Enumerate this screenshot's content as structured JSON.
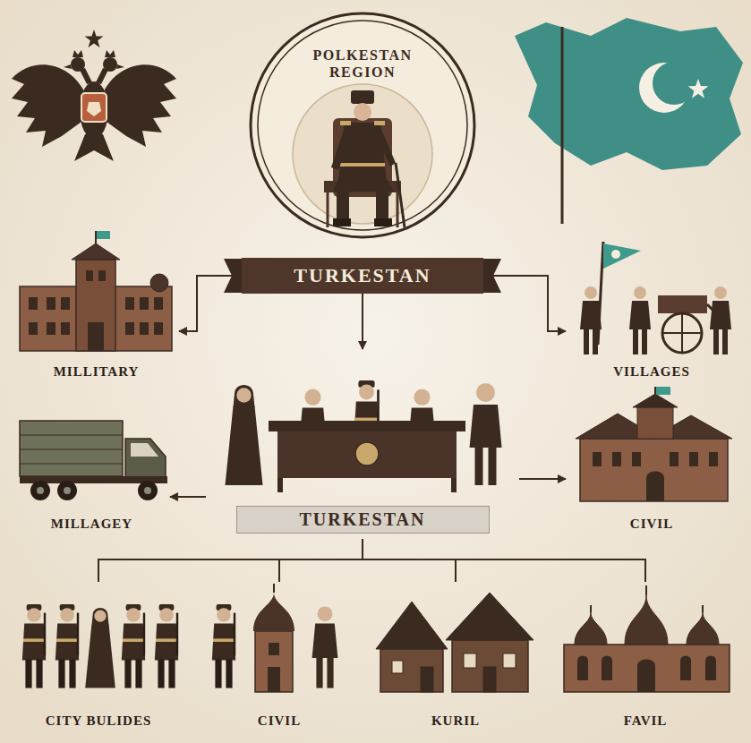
{
  "diagram": {
    "nodes": [
      {
        "text": [
          "POLKESTAN REGION"
        ]
      },
      {
        "text": [
          "TURKESTAN"
        ]
      },
      {
        "text": [
          "MILLITARY"
        ]
      },
      {
        "text": [
          "VILLAGES"
        ]
      },
      {
        "text": [
          "TURKESTAN"
        ]
      },
      {
        "text": [
          "MILLAGEY"
        ]
      },
      {
        "text": [
          "CIVIL"
        ]
      },
      {
        "text": [
          "CITY BULIDES"
        ]
      },
      {
        "text": [
          "CIVIL"
        ]
      },
      {
        "text": [
          "KURIL"
        ]
      },
      {
        "text": [
          "FAVIL"
        ]
      }
    ],
    "edges": [
      {
        "from": 1,
        "to": 2,
        "arrow": "to"
      },
      {
        "from": 1,
        "to": 3,
        "arrow": "to"
      },
      {
        "from": 1,
        "to": 4,
        "arrow": "to"
      },
      {
        "from": 4,
        "to": 5,
        "arrow": "to"
      },
      {
        "from": 4,
        "to": 6,
        "arrow": "to"
      },
      {
        "from": 4,
        "to": 7,
        "arrow": "none"
      },
      {
        "from": 4,
        "to": 8,
        "arrow": "none"
      },
      {
        "from": 4,
        "to": 9,
        "arrow": "none"
      },
      {
        "from": 4,
        "to": 10,
        "arrow": "none"
      }
    ]
  }
}
